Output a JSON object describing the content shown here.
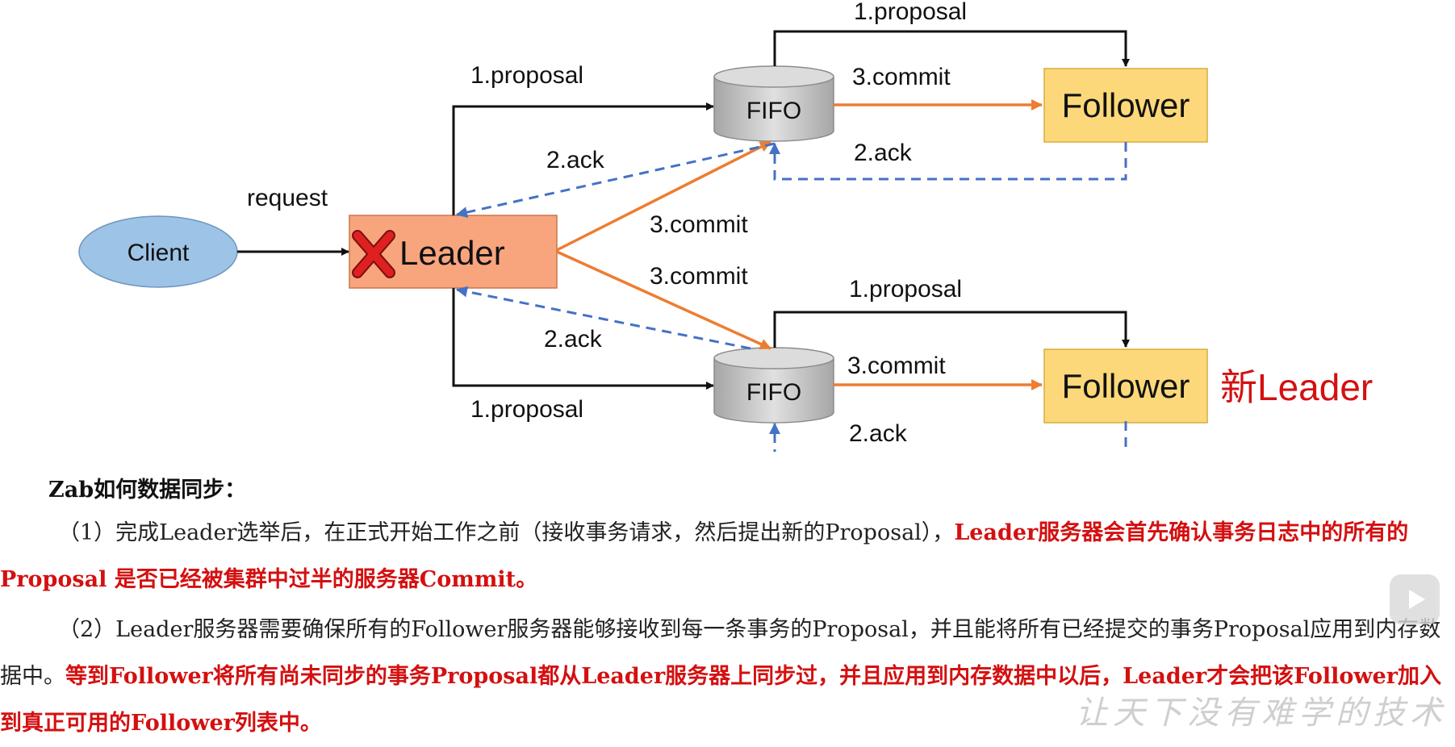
{
  "diagram": {
    "client": "Client",
    "leader": "Leader",
    "fifo_top": "FIFO",
    "fifo_bottom": "FIFO",
    "follower_top": "Follower",
    "follower_bottom": "Follower",
    "new_leader": "新Leader",
    "labels": {
      "request": "request",
      "proposal_top_follower": "1.proposal",
      "proposal_to_top_fifo": "1.proposal",
      "commit_top": "3.commit",
      "ack_top_follower": "2.ack",
      "ack_top_leader": "2.ack",
      "commit_leader_top": "3.commit",
      "commit_leader_bottom": "3.commit",
      "proposal_bottom_follower": "1.proposal",
      "ack_bottom_leader": "2.ack",
      "commit_bottom": "3.commit",
      "proposal_to_bottom_fifo": "1.proposal",
      "ack_bottom_follower": "2.ack"
    },
    "colors": {
      "client_fill": "#9dc3e6",
      "leader_fill": "#f8a57e",
      "follower_fill": "#fdd87a",
      "commit_arrow": "#ed7d31",
      "ack_arrow": "#4472c4",
      "cross": "#e02020",
      "new_leader_text": "#d41010"
    }
  },
  "text": {
    "heading": "Zab如何数据同步：",
    "p1_normal": "（1）完成Leader选举后，在正式开始工作之前（接收事务请求，然后提出新的Proposal），",
    "p1_red": "Leader服务器会首先确认事务日志中的所有的Proposal 是否已经被集群中过半的服务器Commit。",
    "p2_normal": "（2）Leader服务器需要确保所有的Follower服务器能够接收到每一条事务的Proposal，并且能将所有已经提交的事务Proposal应用到内存数据中。",
    "p2_red": "等到Follower将所有尚未同步的事务Proposal都从Leader服务器上同步过，并且应用到内存数据中以后，Leader才会把该Follower加入到真正可用的Follower列表中。"
  },
  "watermark": "让天下没有难学的技术"
}
